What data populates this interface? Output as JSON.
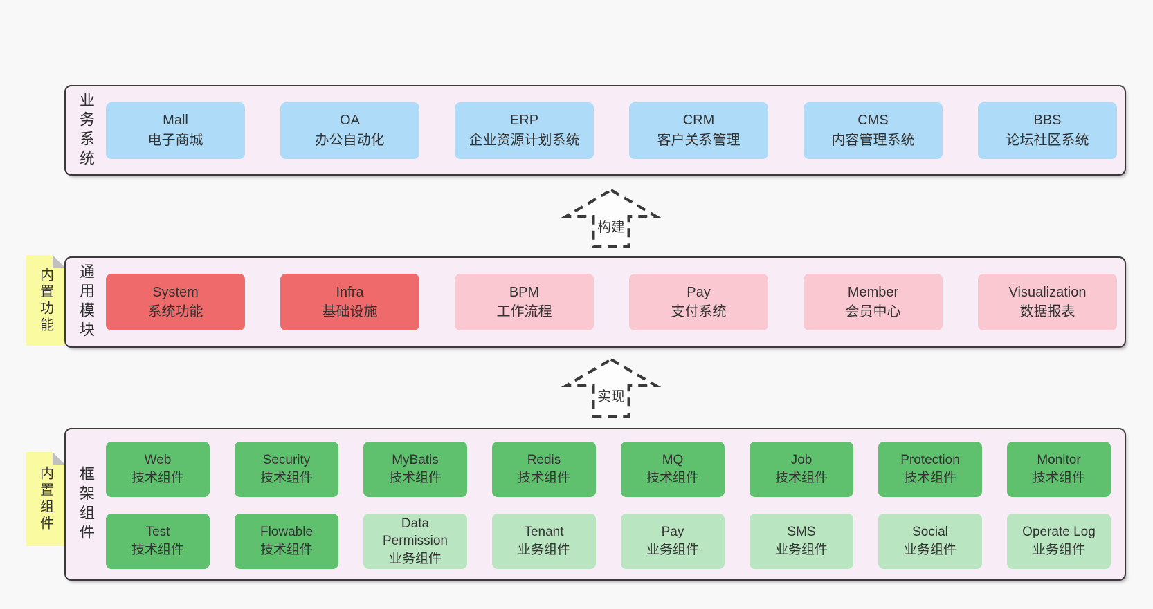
{
  "diagram": {
    "arrows": [
      {
        "label": "构建"
      },
      {
        "label": "实现"
      }
    ],
    "bands": [
      {
        "label": "业务系统",
        "boxes": [
          {
            "title": "Mall",
            "subtitle": "电子商城"
          },
          {
            "title": "OA",
            "subtitle": "办公自动化"
          },
          {
            "title": "ERP",
            "subtitle": "企业资源计划系统"
          },
          {
            "title": "CRM",
            "subtitle": "客户关系管理"
          },
          {
            "title": "CMS",
            "subtitle": "内容管理系统"
          },
          {
            "title": "BBS",
            "subtitle": "论坛社区系统"
          }
        ]
      },
      {
        "label": "通用模块",
        "sticky": "内置功能",
        "boxes": [
          {
            "title": "System",
            "subtitle": "系统功能"
          },
          {
            "title": "Infra",
            "subtitle": "基础设施"
          },
          {
            "title": "BPM",
            "subtitle": "工作流程"
          },
          {
            "title": "Pay",
            "subtitle": "支付系统"
          },
          {
            "title": "Member",
            "subtitle": "会员中心"
          },
          {
            "title": "Visualization",
            "subtitle": "数据报表"
          }
        ]
      },
      {
        "label": "框架组件",
        "sticky": "内置组件",
        "rows": [
          [
            {
              "title": "Web",
              "subtitle": "技术组件"
            },
            {
              "title": "Security",
              "subtitle": "技术组件"
            },
            {
              "title": "MyBatis",
              "subtitle": "技术组件"
            },
            {
              "title": "Redis",
              "subtitle": "技术组件"
            },
            {
              "title": "MQ",
              "subtitle": "技术组件"
            },
            {
              "title": "Job",
              "subtitle": "技术组件"
            },
            {
              "title": "Protection",
              "subtitle": "技术组件"
            },
            {
              "title": "Monitor",
              "subtitle": "技术组件"
            }
          ],
          [
            {
              "title": "Test",
              "subtitle": "技术组件"
            },
            {
              "title": "Flowable",
              "subtitle": "技术组件"
            },
            {
              "title": "Data Permission",
              "subtitle": "业务组件"
            },
            {
              "title": "Tenant",
              "subtitle": "业务组件"
            },
            {
              "title": "Pay",
              "subtitle": "业务组件"
            },
            {
              "title": "SMS",
              "subtitle": "业务组件"
            },
            {
              "title": "Social",
              "subtitle": "业务组件"
            },
            {
              "title": "Operate Log",
              "subtitle": "业务组件"
            }
          ]
        ]
      }
    ],
    "palette": {
      "page_bg": "#f8f8f8",
      "band_bg": "#f8edf7",
      "band_border": "#3a3a3a",
      "blue_box": "#aedcf8",
      "red_box": "#ee6a6b",
      "pink_box": "#f9c8d0",
      "green_box": "#5fc16e",
      "light_green_box": "#b9e5c0",
      "sticky_yellow": "#fafaa0",
      "fold_gray": "#c0c0c0",
      "text": "#333333"
    }
  }
}
